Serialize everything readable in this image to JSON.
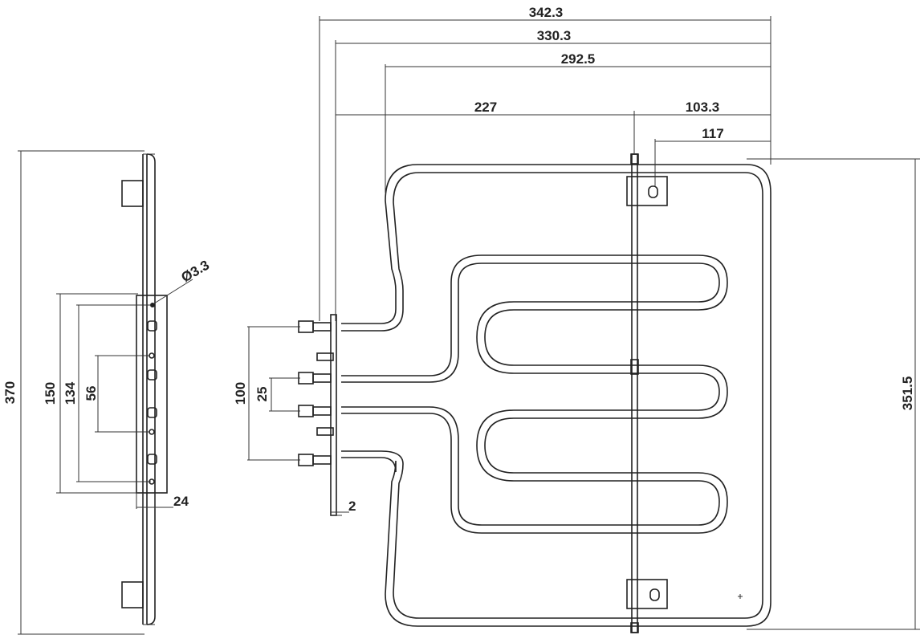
{
  "dimensions": {
    "width_342_3": "342.3",
    "width_330_3": "330.3",
    "width_292_5": "292.5",
    "width_227": "227",
    "width_103_3": "103.3",
    "width_117": "117",
    "height_351_5": "351.5",
    "height_370": "370",
    "height_150": "150",
    "height_134": "134",
    "height_56": "56",
    "spacing_100": "100",
    "spacing_25": "25",
    "thickness_24": "24",
    "thickness_2": "2",
    "hole_diameter": "Ø3.3"
  }
}
